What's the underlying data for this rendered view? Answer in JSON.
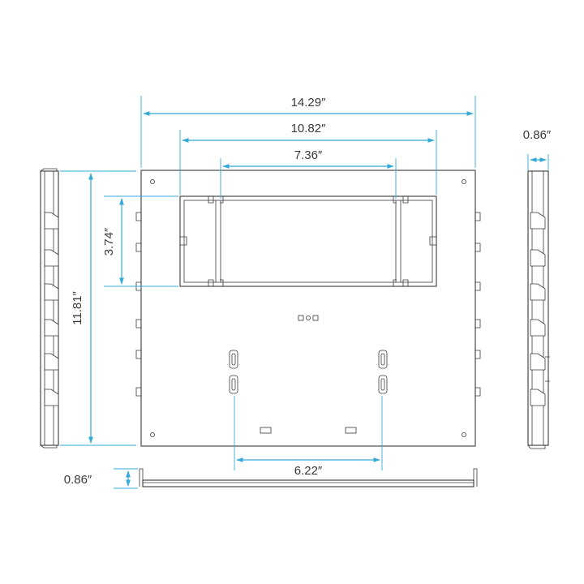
{
  "dimensions": {
    "overall_width": "14.29″",
    "channel_outer_width": "10.82″",
    "channel_inner_width": "7.36″",
    "side_depth_right": "0.86″",
    "channel_height": "3.74″",
    "overall_height": "11.81″",
    "bottom_thickness": "0.86″",
    "slot_spacing": "6.22″"
  },
  "colors": {
    "dimension_line": "#35a9d8",
    "part_outline": "#3a3a3a",
    "background": "#ffffff"
  },
  "icons": {
    "dimension_arrow": "arrowhead-icon"
  }
}
